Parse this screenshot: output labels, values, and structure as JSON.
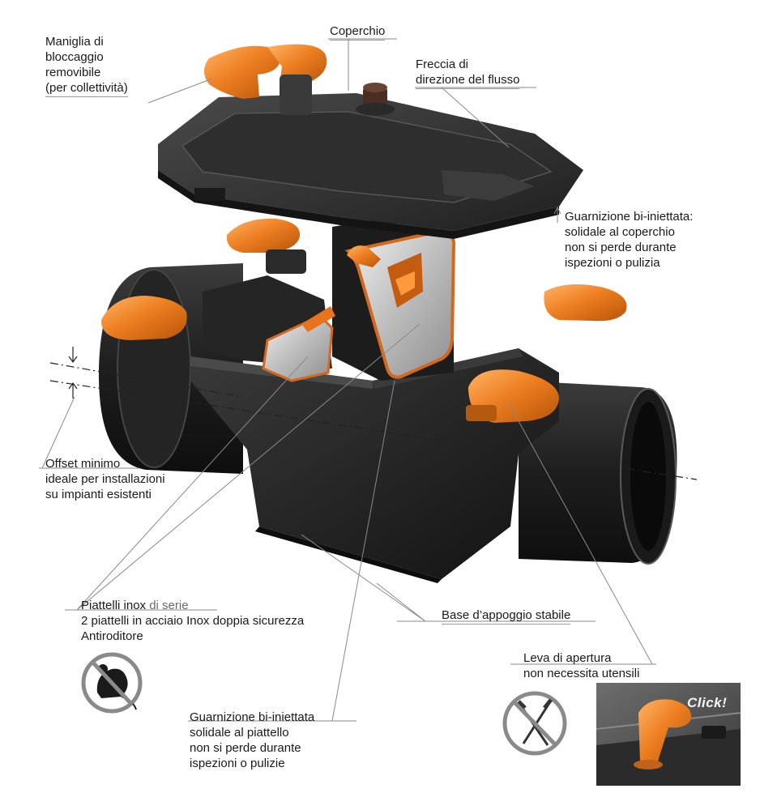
{
  "labels": {
    "maniglia": [
      "Maniglia di",
      "bloccaggio",
      "removibile",
      "(per collettività)"
    ],
    "coperchio": "Coperchio",
    "freccia": [
      "Freccia di",
      "direzione del flusso"
    ],
    "guarnizione_coperchio": [
      "Guarnizione bi-iniettata:",
      "solidale al coperchio",
      "non si perde durante",
      "ispezioni o pulizia"
    ],
    "offset": [
      "Offset minimo",
      "ideale per installazioni",
      "su impianti esistenti"
    ],
    "piattelli_title_a": "Piattelli inox ",
    "piattelli_title_b": "di serie",
    "piattelli_lines": [
      "2 piattelli in acciaio Inox doppia sicurezza",
      "Antiroditore"
    ],
    "base": "Base d’appoggio stabile",
    "leva": [
      "Leva di apertura",
      "non necessita utensili"
    ],
    "guarnizione_piattello": [
      "Guarnizione bi-iniettata",
      "solidale al piattello",
      "non si perde durante",
      "ispezioni o pulizie"
    ],
    "click": "Click!"
  },
  "colors": {
    "body": "#2b2b2b",
    "body_dark": "#161616",
    "orange": "#e8731a",
    "orange_light": "#f6a04c",
    "steel": "#c9c9c9",
    "leader": "#8a8a8a",
    "prohibition": "#8a8a8a"
  },
  "icons": {
    "rodent": "no-rodent-icon",
    "tools": "no-tools-icon"
  }
}
